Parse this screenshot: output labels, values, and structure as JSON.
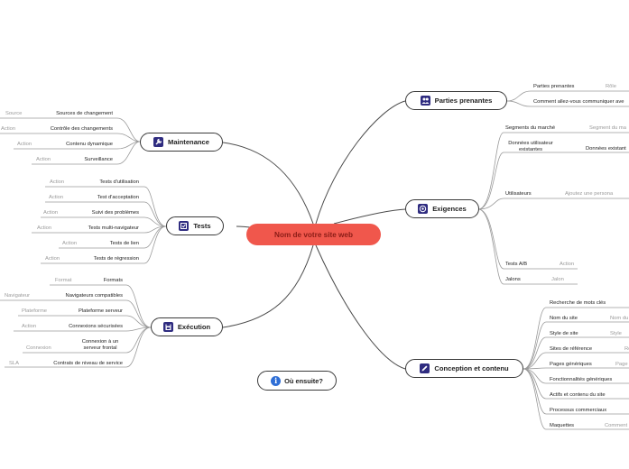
{
  "central": "Nom de votre site web",
  "where_next": "Où ensuite?",
  "branches": {
    "maintenance": {
      "title": "Maintenance",
      "items": [
        "Sources de changement",
        "Contrôle des changements",
        "Contenu dynamique",
        "Surveillance"
      ],
      "notes": [
        "Source",
        "Action",
        "Action",
        "Action"
      ]
    },
    "tests": {
      "title": "Tests",
      "items": [
        "Tests d'utilisation",
        "Test d'acceptation",
        "Suivi des problèmes",
        "Tests multi-navigateur",
        "Tests de lien",
        "Tests de régression"
      ],
      "notes": [
        "Action",
        "Action",
        "Action",
        "Action",
        "Action",
        "Action"
      ]
    },
    "execution": {
      "title": "Exécution",
      "items": [
        "Formats",
        "Navigateurs compatibles",
        "Plateforme serveur",
        "Connexions sécurisées",
        "Connexion à un serveur frontal",
        "Contrats de niveau de service"
      ],
      "notes": [
        "Format",
        "Navigateur",
        "Plateforme",
        "Action",
        "Connexion",
        "SLA"
      ]
    },
    "parties": {
      "title": "Parties prenantes",
      "items": [
        "Parties prenantes",
        "Comment allez-vous communiquer ave"
      ],
      "notes": [
        "Rôle"
      ]
    },
    "exigences": {
      "title": "Exigences",
      "items": [
        "Segments du marché",
        "Données utilisateur existantes",
        "Utilisateurs",
        "Tests A/B",
        "Jalons"
      ],
      "notes": [
        "Segment du ma",
        "Données existant",
        "Ajoutez une persona",
        "Action",
        "Jalon"
      ]
    },
    "conception": {
      "title": "Conception et contenu",
      "items": [
        "Recherche de mots clés",
        "Nom du site",
        "Style de site",
        "Sites de référence",
        "Pages génériques",
        "Fonctionnalités génériques",
        "Actifs et contenu du site",
        "Processus commerciaux",
        "Maquettes"
      ],
      "notes": [
        "Nom du",
        "Style",
        "Re",
        "Page",
        "Comment"
      ]
    }
  }
}
